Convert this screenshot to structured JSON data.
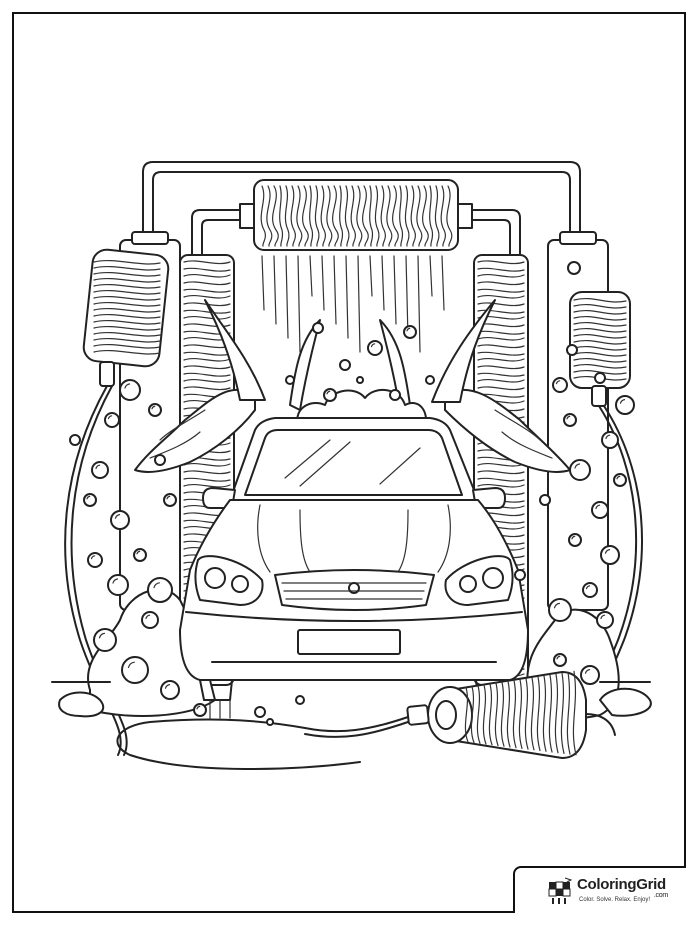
{
  "scene": {
    "subject": "car-wash",
    "icons": [
      "car-icon",
      "roller-brush-icon",
      "water-spray-icon",
      "soap-bubble-icon",
      "hose-icon"
    ]
  },
  "brand": {
    "name": "ColoringGrid",
    "domain": ".com",
    "tagline": "Color. Solve. Relax. Enjoy!"
  }
}
